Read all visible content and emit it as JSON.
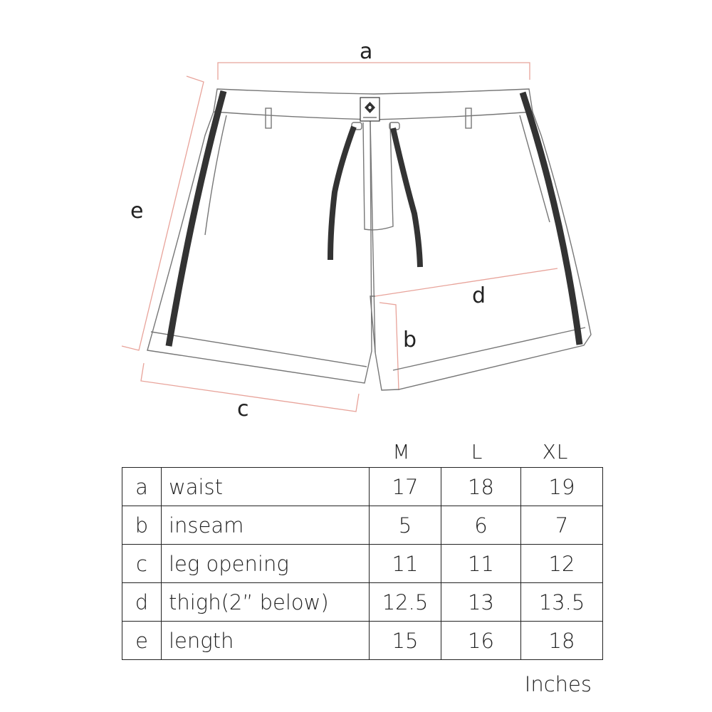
{
  "diagram": {
    "labels": {
      "a": "a",
      "b": "b",
      "c": "c",
      "d": "d",
      "e": "e"
    },
    "line_color": "#e8a39a",
    "stripe_color": "#333333"
  },
  "table": {
    "size_headers": [
      "M",
      "L",
      "XL"
    ],
    "rows": [
      {
        "key": "a",
        "name": "waist",
        "values": [
          "17",
          "18",
          "19"
        ]
      },
      {
        "key": "b",
        "name": "inseam",
        "values": [
          "5",
          "6",
          "7"
        ]
      },
      {
        "key": "c",
        "name": "leg opening",
        "values": [
          "11",
          "11",
          "12"
        ]
      },
      {
        "key": "d",
        "name": "thigh(2” below)",
        "values": [
          "12.5",
          "13",
          "13.5"
        ]
      },
      {
        "key": "e",
        "name": "length",
        "values": [
          "15",
          "16",
          "18"
        ]
      }
    ]
  },
  "units": "Inches"
}
